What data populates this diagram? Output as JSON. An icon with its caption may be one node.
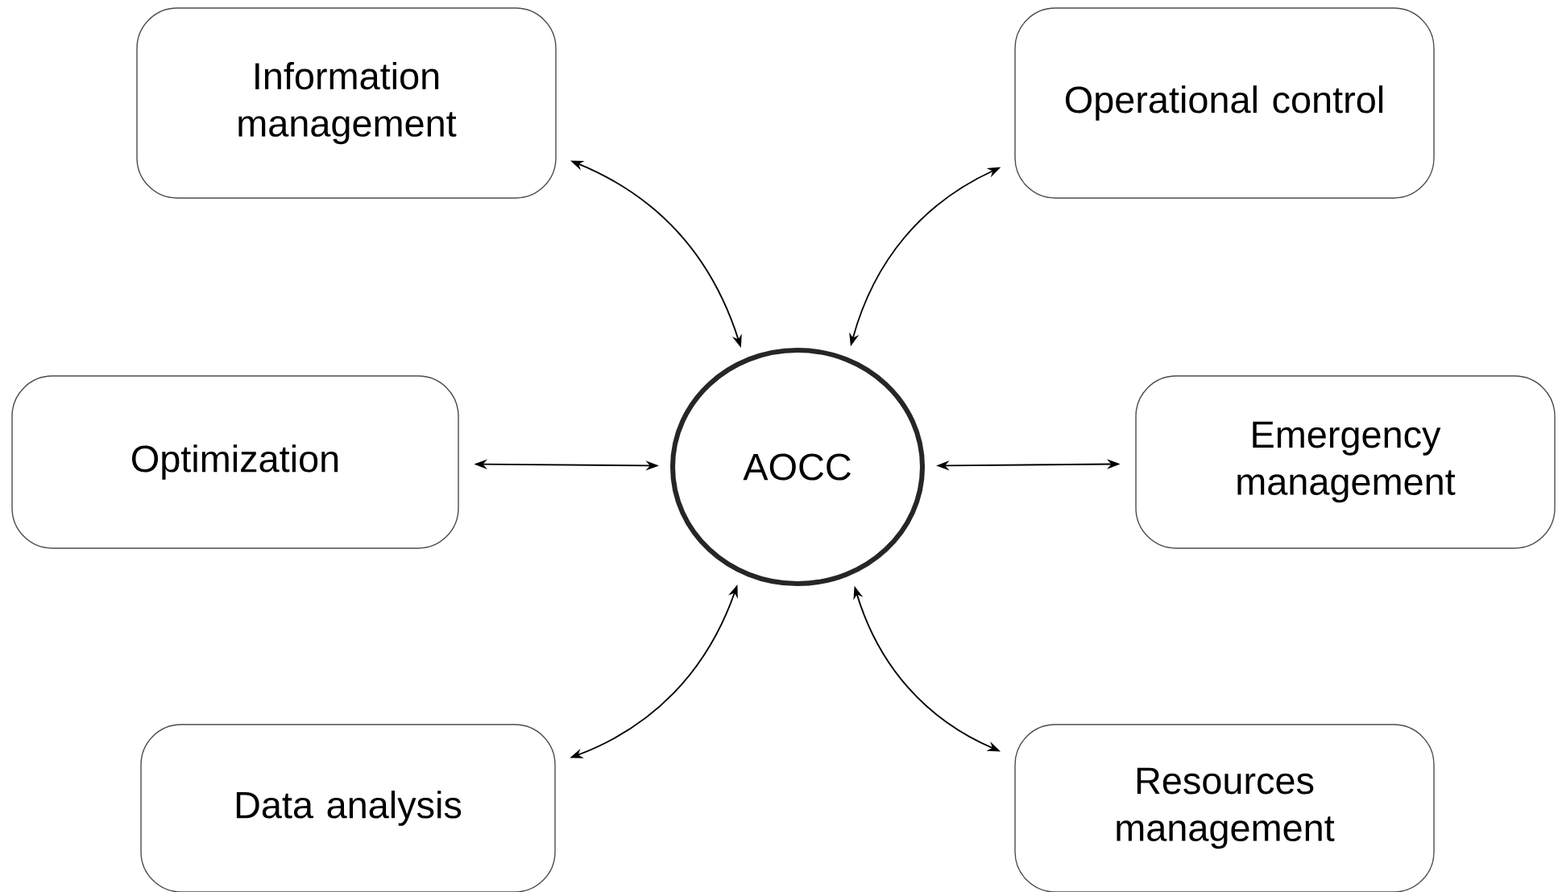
{
  "diagram": {
    "nodes": [
      {
        "text": [
          "Information management"
        ]
      },
      {
        "text": [
          "Operational control"
        ]
      },
      {
        "text": [
          "Optimization"
        ]
      },
      {
        "text": [
          "AOCC"
        ]
      },
      {
        "text": [
          "Emergency management"
        ]
      },
      {
        "text": [
          "Data analysis"
        ]
      },
      {
        "text": [
          "Resources management"
        ]
      }
    ],
    "edges": [
      {
        "from": 3,
        "to": 0,
        "arrow": "both"
      },
      {
        "from": 3,
        "to": 1,
        "arrow": "both"
      },
      {
        "from": 3,
        "to": 2,
        "arrow": "both"
      },
      {
        "from": 3,
        "to": 4,
        "arrow": "both"
      },
      {
        "from": 3,
        "to": 5,
        "arrow": "both"
      },
      {
        "from": 3,
        "to": 6,
        "arrow": "both"
      }
    ]
  }
}
